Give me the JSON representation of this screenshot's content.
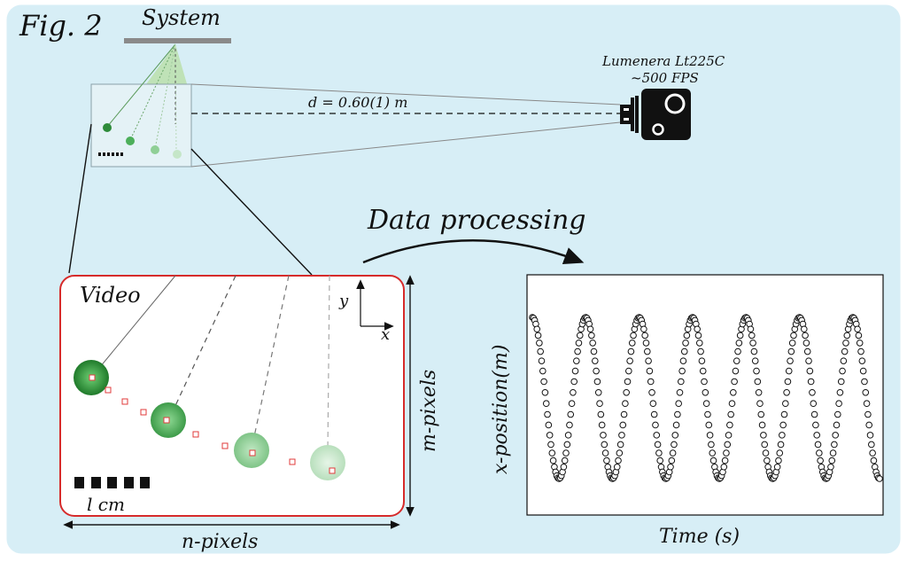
{
  "figure": {
    "label": "Fig. 2",
    "background_color": "#d7eef6",
    "border_color": "#ffffff"
  },
  "system": {
    "label": "System",
    "bob_colors": [
      "#2e8b3a",
      "#4caf5a",
      "#8fcf96",
      "#c5e6c8"
    ]
  },
  "camera": {
    "model": "Lumenera Lt225C",
    "fps": "~500 FPS",
    "icon": "camera-icon"
  },
  "distance": {
    "label": "d = 0.60(1) m"
  },
  "processing": {
    "label": "Data processing"
  },
  "video": {
    "label": "Video",
    "axis_y": "y",
    "axis_x": "x",
    "scale_label": "l cm",
    "height_label": "m-pixels",
    "width_label": "n-pixels",
    "frame_color": "#d62b2b",
    "marker_color": "#e03b3b"
  },
  "chart_data": {
    "type": "scatter",
    "title": "",
    "xlabel": "Time (s)",
    "ylabel": "x-position(m)",
    "oscillations_shown": 6.5,
    "marker": "open-circle",
    "ticks_shown": false
  }
}
